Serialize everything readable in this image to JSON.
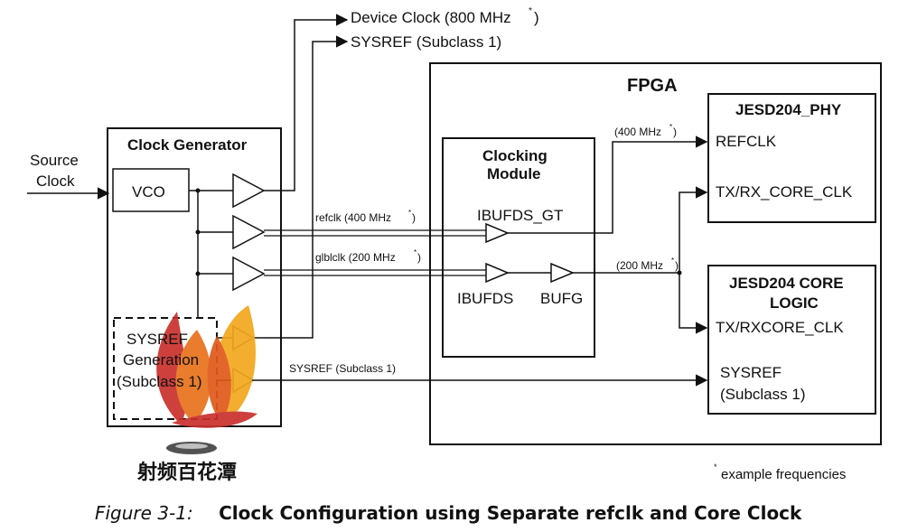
{
  "outputs": {
    "device_clock": "Device Clock (800 MHz",
    "sysref": "SYSREF (Subclass 1)"
  },
  "source_clock": [
    "Source",
    "Clock"
  ],
  "clock_generator": {
    "title": "Clock Generator",
    "vco": "VCO",
    "sysref_gen": [
      "SYSREF",
      "Generation",
      "(Subclass 1)"
    ]
  },
  "signals": {
    "refclk": "refclk (400 MHz",
    "glblclk": "glblclk (200 MHz",
    "sysref": "SYSREF (Subclass 1)",
    "f400": "(400 MHz",
    "f200": "(200 MHz"
  },
  "fpga": {
    "title": "FPGA",
    "clocking_module": [
      "Clocking",
      "Module"
    ],
    "ibufds_gt": "IBUFDS_GT",
    "ibufds": "IBUFDS",
    "bufg": "BUFG",
    "phy": {
      "title": "JESD204_PHY",
      "refclk": "REFCLK",
      "txrx": "TX/RX_CORE_CLK"
    },
    "core": {
      "title": [
        "JESD204 CORE",
        "LOGIC"
      ],
      "txrx": "TX/RXCORE_CLK",
      "sysref": [
        "SYSREF",
        "(Subclass 1)"
      ]
    }
  },
  "footnote": "example frequencies",
  "asterisk": "*",
  "watermark": "射频百花潭",
  "caption": {
    "number": "Figure 3-1:",
    "title": "Clock Configuration using Separate refclk and Core Clock"
  },
  "colors": {
    "flame_orange": "#e8711c",
    "flame_red": "#c9302c",
    "flame_yellow": "#f3a81e"
  }
}
